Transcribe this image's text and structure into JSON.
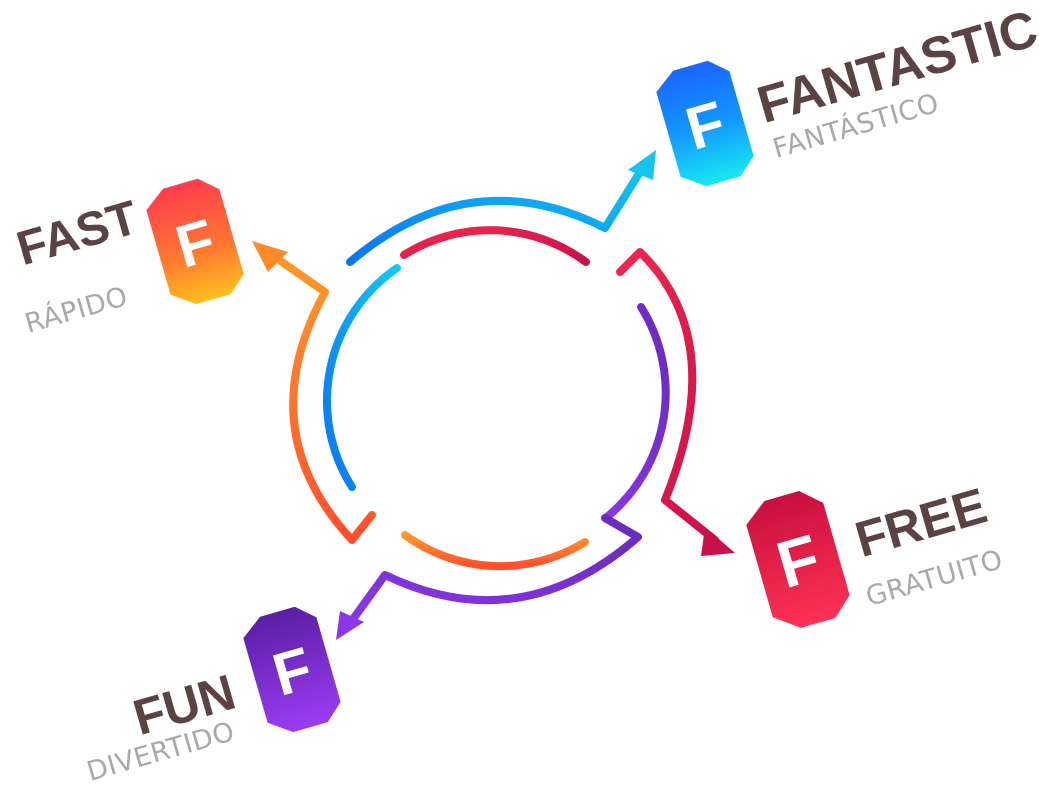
{
  "items": [
    {
      "title": "FAST",
      "subtitle": "RÁPIDO",
      "badge_letter": "F",
      "icon": "lightning-f-badge-icon",
      "gradient": [
        "#ff3b4f",
        "#ff7a2f",
        "#ffb21e"
      ]
    },
    {
      "title": "FANTASTIC",
      "subtitle": "FANTÁSTICO",
      "badge_letter": "F",
      "icon": "star-f-badge-icon",
      "gradient": [
        "#1a6cff",
        "#1294ff",
        "#15e4f0"
      ]
    },
    {
      "title": "FREE",
      "subtitle": "GRATUITO",
      "badge_letter": "F",
      "icon": "gift-f-badge-icon",
      "gradient": [
        "#c8103f",
        "#e21a49",
        "#ff3155"
      ]
    },
    {
      "title": "FUN",
      "subtitle": "DIVERTIDO",
      "badge_letter": "F",
      "icon": "smile-f-badge-icon",
      "gradient": [
        "#5a1fa3",
        "#7a2fd6",
        "#9b3cf5"
      ]
    }
  ],
  "colors": {
    "title": "#5b4343",
    "subtitle": "#a9a9a9",
    "blue_stroke": [
      "#0a74f5",
      "#12c8f0"
    ],
    "red_stroke": [
      "#ff3155",
      "#c8104a"
    ],
    "purple_stroke": [
      "#8b36e8",
      "#5a23a8"
    ],
    "orange_stroke": [
      "#ff5a2a",
      "#ff8c2a"
    ]
  }
}
